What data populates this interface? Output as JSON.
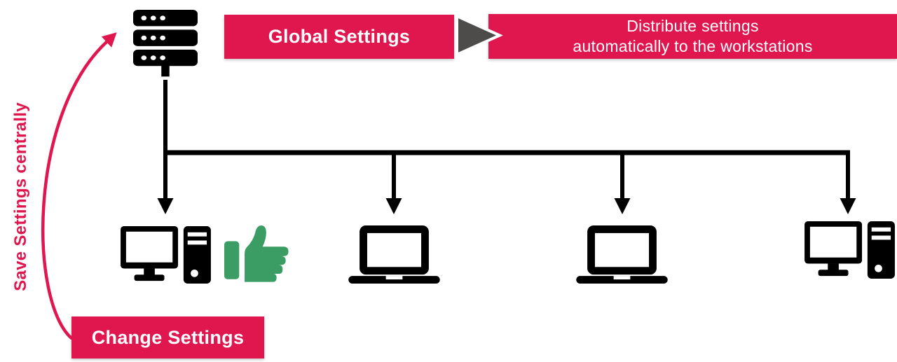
{
  "diagram": {
    "global_settings_label": "Global Settings",
    "distribute_line1": "Distribute settings",
    "distribute_line2": "automatically to the workstations",
    "save_centrally_label": "Save Settings centrally",
    "change_settings_label": "Change Settings"
  },
  "icons": {
    "server": "server-icon",
    "workstation_1": "desktop-computer-icon",
    "workstation_2": "laptop-icon",
    "workstation_3": "laptop-icon",
    "workstation_4": "desktop-computer-icon",
    "approval": "thumbs-up-icon",
    "flow": "arrow-right-icon",
    "feedback": "curved-arrow-icon"
  },
  "colors": {
    "accent": "#E0164F",
    "triangle": "#4D4C4A",
    "thumb": "#3C9D64",
    "ink": "#000000"
  }
}
